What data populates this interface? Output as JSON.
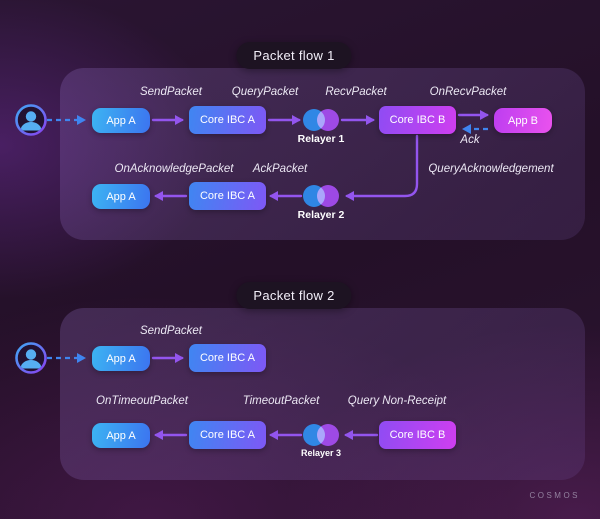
{
  "brand": "COSMOS",
  "flow1": {
    "title": "Packet flow 1",
    "labels": {
      "sendPacket": "SendPacket",
      "queryPacket": "QueryPacket",
      "recvPacket": "RecvPacket",
      "onRecvPacket": "OnRecvPacket",
      "ack": "Ack",
      "onAcknowledgePacket": "OnAcknowledgePacket",
      "ackPacket": "AckPacket",
      "queryAcknowledgement": "QueryAcknowledgement"
    },
    "nodes": {
      "appA1": "App A",
      "coreIbcA1": "Core IBC A",
      "relayer1": "Relayer 1",
      "coreIbcB": "Core IBC B",
      "appB": "App B",
      "appA2": "App A",
      "coreIbcA2": "Core IBC A",
      "relayer2": "Relayer 2"
    }
  },
  "flow2": {
    "title": "Packet flow 2",
    "labels": {
      "sendPacket": "SendPacket",
      "onTimeoutPacket": "OnTimeoutPacket",
      "timeoutPacket": "TimeoutPacket",
      "queryNonReceipt": "Query Non-Receipt"
    },
    "nodes": {
      "appA1": "App A",
      "coreIbcA1": "Core IBC A",
      "appA2": "App A",
      "coreIbcA2": "Core IBC A",
      "relayer3": "Relayer 3",
      "coreIbcB": "Core IBC B"
    }
  }
}
